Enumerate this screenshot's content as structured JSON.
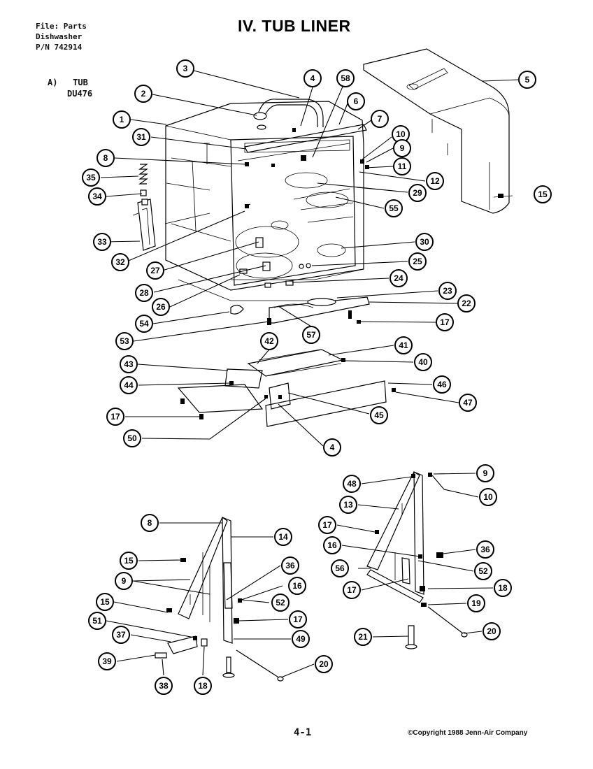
{
  "header": {
    "file_line": "File: Parts",
    "product_line": "Dishwasher",
    "pn_line": "P/N 742914"
  },
  "title": "IV.  TUB LINER",
  "section": {
    "label": "A)   TUB",
    "model": "DU476"
  },
  "callouts": {
    "c3": "3",
    "c4a": "4",
    "c58": "58",
    "c5": "5",
    "c2": "2",
    "c6": "6",
    "c1": "1",
    "c7": "7",
    "c31": "31",
    "c10a": "10",
    "c9a": "9",
    "c8a": "8",
    "c11": "11",
    "c35": "35",
    "c12": "12",
    "c29": "29",
    "c15a": "15",
    "c34": "34",
    "c55": "55",
    "c33": "33",
    "c30": "30",
    "c32": "32",
    "c25": "25",
    "c27": "27",
    "c24": "24",
    "c28": "28",
    "c23": "23",
    "c26": "26",
    "c22": "22",
    "c17a": "17",
    "c54": "54",
    "c57": "57",
    "c53": "53",
    "c42": "42",
    "c41": "41",
    "c43": "43",
    "c40": "40",
    "c44": "44",
    "c46": "46",
    "c47": "47",
    "c17b": "17",
    "c45": "45",
    "c50": "50",
    "c4b": "4",
    "c9b": "9",
    "c48": "48",
    "c10b": "10",
    "c13": "13",
    "c8b": "8",
    "c14": "14",
    "c17c": "17",
    "c36a": "36",
    "c16a": "16",
    "c15b": "15",
    "c36b": "36",
    "c9c": "9",
    "c16b": "16",
    "c56": "56",
    "c52a": "52",
    "c52b": "52",
    "c17d": "17",
    "c18a": "18",
    "c15c": "15",
    "c19": "19",
    "c51": "51",
    "c17e": "17",
    "c37": "37",
    "c49": "49",
    "c20a": "20",
    "c21": "21",
    "c39": "39",
    "c20b": "20",
    "c38": "38",
    "c18b": "18"
  },
  "footer": {
    "page_number": "4-1",
    "copyright": "©Copyright 1988 Jenn-Air Company"
  }
}
